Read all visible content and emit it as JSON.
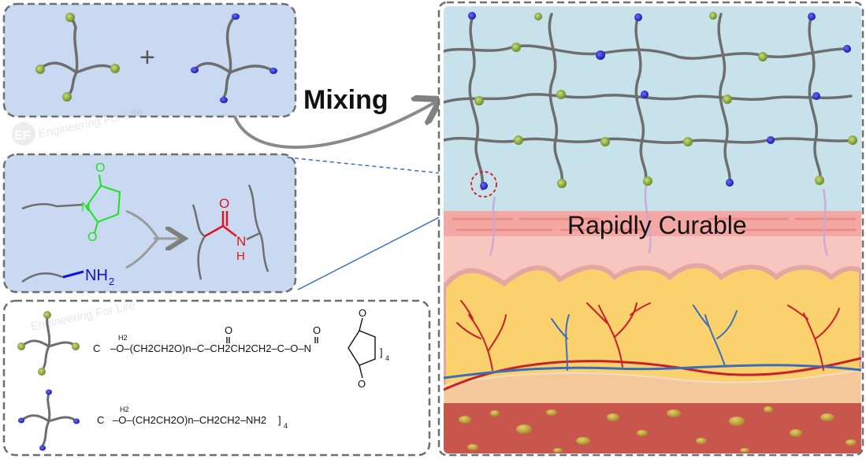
{
  "labels": {
    "mixing": "Mixing",
    "rapidly_curable": "Rapidly Curable",
    "plus": "+"
  },
  "chemistry": {
    "amine_group": "NH",
    "amine_sub": "2",
    "amide_h": "H",
    "amide_n": "N",
    "amide_o": "O",
    "nhs_n": "N",
    "nhs_o_top": "O",
    "nhs_o_bottom": "O"
  },
  "formulas": {
    "peg_nhs": {
      "core": "C",
      "h2": "H2",
      "chain": "–O–(CH2CH2O)n–C–CH2CH2CH2–C–O–N",
      "ester_o1": "O",
      "ester_o2": "O",
      "subscript": "4"
    },
    "peg_nh2": {
      "core": "C",
      "h2": "H2",
      "chain": "–O–(CH2CH2O)n–CH2CH2–NH2",
      "subscript": "4"
    }
  },
  "watermark": {
    "logo": "EF",
    "text": "Engineering For Life"
  },
  "colors": {
    "panel_fill": "#c9d9f2",
    "network_bg": "#c7e2ea",
    "nhs_green": "#1ee01e",
    "amide_red": "#e0141e",
    "amine_blue": "#1010d6",
    "node_green": "#8aa83a",
    "node_blue": "#2b2bd8",
    "vessel_red": "#c8202a",
    "vessel_blue": "#3a6fb8",
    "skin_pink": "#f7c6bf",
    "fat_yellow": "#fbd16d",
    "muscle_red": "#c9564d"
  }
}
